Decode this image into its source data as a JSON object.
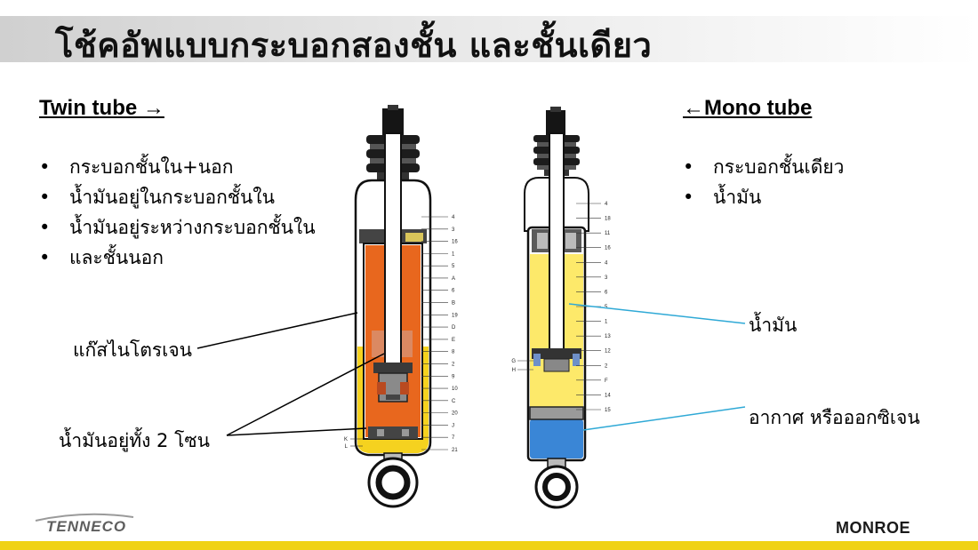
{
  "title": "โช้คอัพแบบกระบอกสองชั้น และชั้นเดียว",
  "twin_tube": {
    "heading": "Twin tube →",
    "bullets": [
      "กระบอกชั้นใน+นอก",
      "น้ำมันอยู่ในกระบอกชั้นใน",
      "น้ำมันอยู่ระหว่างกระบอกชั้นใน",
      "และชั้นนอก"
    ],
    "label_gas": "แก๊สไนโตรเจน",
    "label_oil": "น้ำมันอยู่ทั้ง 2 โซน",
    "callouts_right": [
      "4",
      "3",
      "16",
      "1",
      "5",
      "A",
      "6",
      "B",
      "19",
      "D",
      "E",
      "8",
      "2",
      "9",
      "10",
      "C",
      "20",
      "J",
      "7",
      "21"
    ],
    "callouts_left": [
      "K",
      "L"
    ]
  },
  "mono_tube": {
    "heading": "←Mono tube",
    "bullets": [
      "กระบอกชั้นเดียว",
      "น้ำมัน"
    ],
    "label_oil": "น้ำมัน",
    "label_air": "อากาศ หรือออกซิเจน",
    "callouts_right": [
      "4",
      "18",
      "11",
      "16",
      "4",
      "3",
      "6",
      "5",
      "1",
      "13",
      "12",
      "2",
      "F",
      "14",
      "15"
    ],
    "callouts_left": [
      "G",
      "H"
    ]
  },
  "colors": {
    "oil_twin": "#e8671e",
    "oil_yellow": "#f5d21f",
    "oil_mono": "#fde96a",
    "gas_mono": "#3a86d6",
    "accent_bar": "#f0d215",
    "leader_blue": "#2fa9d6"
  },
  "logos": {
    "left": "TENNECO",
    "right": "MONROE"
  }
}
